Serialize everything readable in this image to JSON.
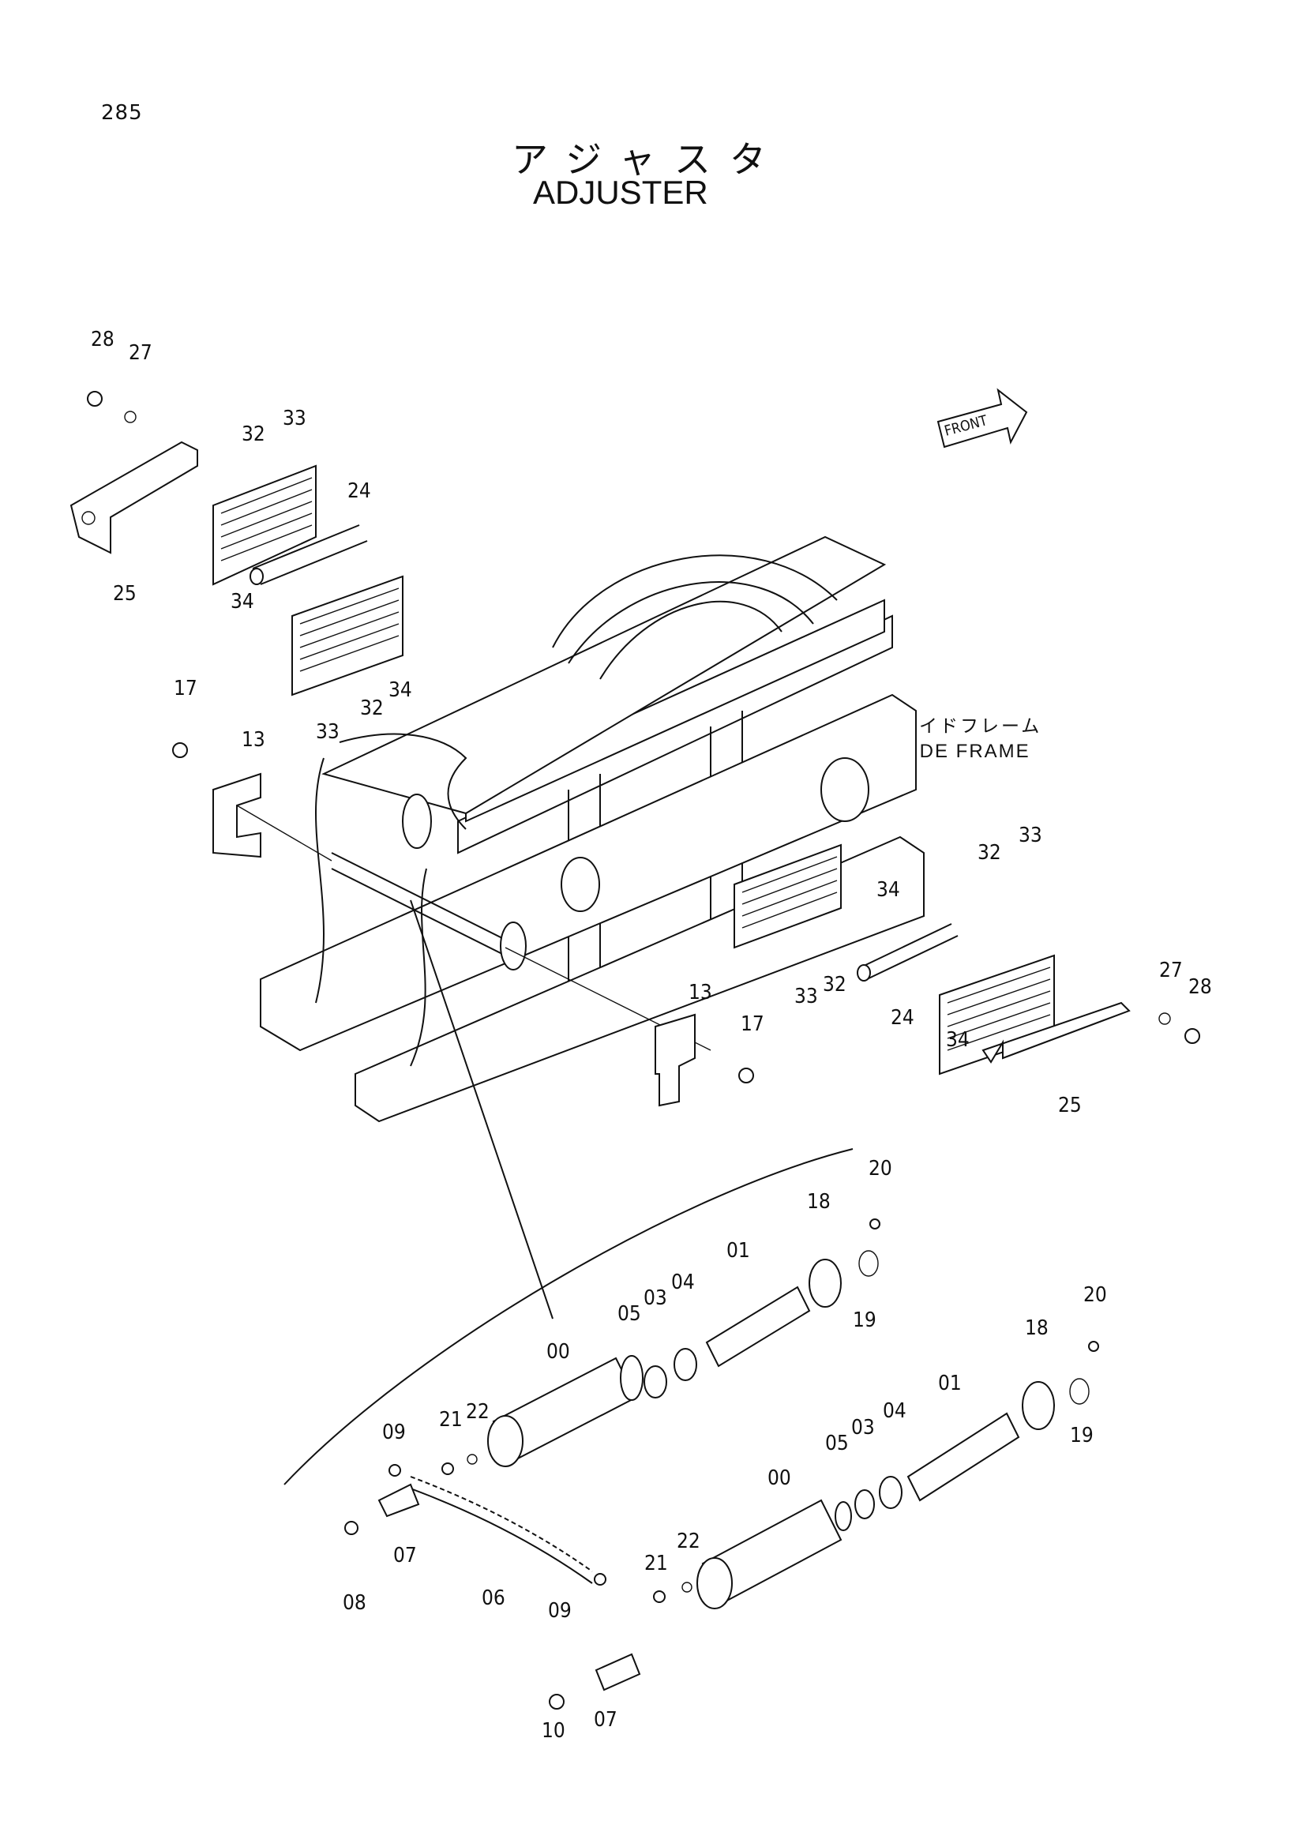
{
  "page_number": "285",
  "title": {
    "japanese": "アジャスタ",
    "english": "ADJUSTER"
  },
  "front_marker": "FRONT",
  "side_frame": {
    "japanese": "サイドフレーム",
    "english": "SIDE FRAME"
  },
  "part_labels": [
    "28",
    "27",
    "32",
    "33",
    "24",
    "25",
    "34",
    "33",
    "32",
    "34",
    "17",
    "13",
    "32",
    "33",
    "34",
    "33",
    "32",
    "24",
    "27",
    "28",
    "34",
    "25",
    "13",
    "17",
    "20",
    "18",
    "01",
    "04",
    "03",
    "05",
    "19",
    "00",
    "20",
    "18",
    "21",
    "22",
    "09",
    "01",
    "04",
    "03",
    "05",
    "19",
    "07",
    "08",
    "06",
    "00",
    "09",
    "22",
    "21",
    "07",
    "10"
  ]
}
